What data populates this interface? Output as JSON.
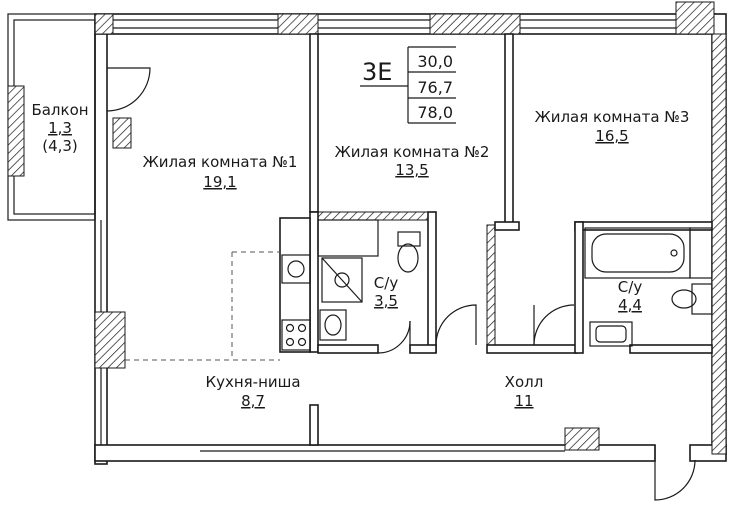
{
  "apartment": {
    "type_code": "3Е",
    "living_area": "30,0",
    "total_area": "76,7",
    "total_area_with_balcony": "78,0"
  },
  "rooms": {
    "balcony": {
      "name": "Балкон",
      "area": "1,3",
      "area_reduced": "(4,3)"
    },
    "room1": {
      "name": "Жилая комната №1",
      "area": "19,1"
    },
    "room2": {
      "name": "Жилая комната №2",
      "area": "13,5"
    },
    "room3": {
      "name": "Жилая комната №3",
      "area": "16,5"
    },
    "bath1": {
      "name": "С/у",
      "area": "3,5"
    },
    "bath2": {
      "name": "С/у",
      "area": "4,4"
    },
    "kitchen": {
      "name": "Кухня-ниша",
      "area": "8,7"
    },
    "hall": {
      "name": "Холл",
      "area": "11"
    }
  },
  "colors": {
    "line": "#1a1a1a",
    "hatch": "#1a1a1a",
    "background": "#ffffff"
  }
}
